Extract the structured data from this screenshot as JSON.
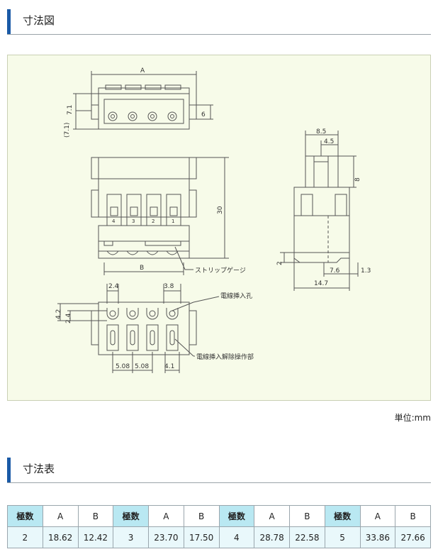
{
  "sections": {
    "drawing_title": "寸法図",
    "table_title": "寸法表"
  },
  "drawing": {
    "dim_A": "A",
    "dim_B": "B",
    "dim_71": "7.1",
    "dim_71p": "(7.1)",
    "dim_6": "6",
    "dim_30": "30",
    "dim_85": "8.5",
    "dim_45": "4.5",
    "dim_8": "8",
    "dim_2": "2",
    "dim_76": "7.6",
    "dim_13": "1.3",
    "dim_147": "14.7",
    "dim_24_top": "2.4",
    "dim_38": "3.8",
    "dim_42": "4.2",
    "dim_24_side": "2.4",
    "dim_508a": "5.08",
    "dim_508b": "5.08",
    "dim_41": "4.1",
    "pin_4": "4",
    "pin_3": "3",
    "pin_2": "2",
    "pin_1": "1",
    "label_strip": "ストリップゲージ",
    "label_wire_hole": "電線挿入孔",
    "label_release": "電線挿入解除操作部"
  },
  "unit_label": "単位:mm",
  "table": {
    "header": [
      "極数",
      "A",
      "B",
      "極数",
      "A",
      "B",
      "極数",
      "A",
      "B",
      "極数",
      "A",
      "B"
    ],
    "row": [
      "2",
      "18.62",
      "12.42",
      "3",
      "23.70",
      "17.50",
      "4",
      "28.78",
      "22.58",
      "5",
      "33.86",
      "27.66"
    ]
  }
}
